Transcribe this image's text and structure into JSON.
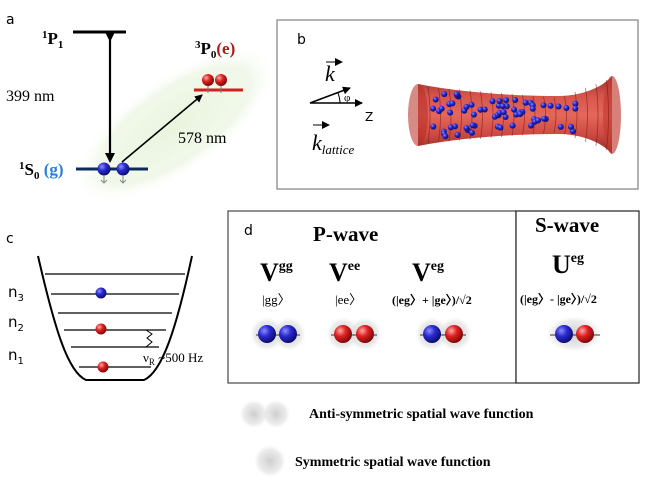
{
  "panel_a": {
    "letter": "a",
    "level_1p1": "1P1",
    "level_3p0_main": "3P0",
    "level_3p0_suffix": "(e)",
    "level_1s0_main": "1S0",
    "level_1s0_suffix": "(g)",
    "transition_399": "399 nm",
    "transition_578": "578 nm"
  },
  "panel_b": {
    "letter": "b",
    "k_label": "k",
    "k_lattice_label": "k",
    "k_lattice_subscript": "lattice",
    "angle_label": "φ",
    "axis_label": "Z"
  },
  "panel_c": {
    "letter": "c",
    "levels": [
      "n3",
      "n2",
      "n1"
    ],
    "frequency_label": "νR ~500 Hz"
  },
  "panel_d": {
    "letter": "d",
    "p_wave_title": "P-wave",
    "s_wave_title": "S-wave",
    "columns": [
      {
        "symbol": "V",
        "superscript": "gg",
        "state": "|gg〉"
      },
      {
        "symbol": "V",
        "superscript": "ee",
        "state": "|ee〉"
      },
      {
        "symbol": "V",
        "superscript": "eg",
        "state": "(|eg〉+ |ge〉)/√2"
      },
      {
        "symbol": "U",
        "superscript": "eg",
        "state": "(|eg〉- |ge〉)/√2"
      }
    ]
  },
  "legend": {
    "anti_symmetric": "Anti-symmetric spatial wave function",
    "symmetric": "Symmetric spatial wave function"
  },
  "colors": {
    "ground_atom": "#1f1fb4",
    "excited_atom": "#dd1c1c",
    "level_red": "#cc2222",
    "level_navy": "#0c2c5a",
    "label_blue": "#2a7fd0",
    "label_red": "#b01818",
    "lattice_red": "#c0312b"
  }
}
